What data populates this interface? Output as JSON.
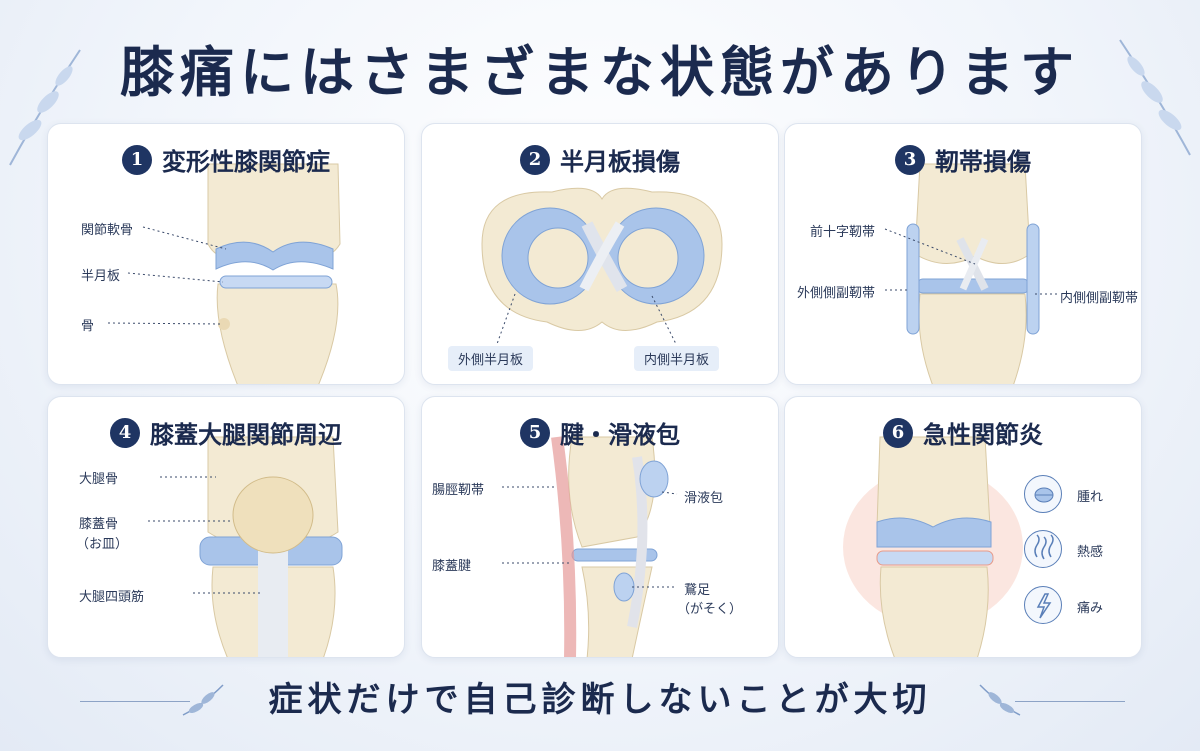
{
  "page": {
    "title": "膝痛にはさまざまな状態があります",
    "footer": "症状だけで自己診断しないことが大切"
  },
  "colors": {
    "navy": "#1b2a4e",
    "cartilage": "#a9c4ea",
    "bone": "#f3ead3",
    "inflammation": "#f4b7a6"
  },
  "panels": [
    {
      "num": "1",
      "title": "変形性膝関節症",
      "labels": [
        "関節軟骨",
        "半月板",
        "骨"
      ]
    },
    {
      "num": "2",
      "title": "半月板損傷",
      "labels": [
        "外側半月板",
        "内側半月板"
      ]
    },
    {
      "num": "3",
      "title": "靭帯損傷",
      "labels": [
        "前十字靭帯",
        "外側側副靭帯",
        "内側側副靭帯"
      ]
    },
    {
      "num": "4",
      "title": "膝蓋大腿関節周辺",
      "labels": [
        "大腿骨",
        "膝蓋骨",
        "（お皿）",
        "大腿四頭筋"
      ]
    },
    {
      "num": "5",
      "title": "腱・滑液包",
      "labels": [
        "腸脛靭帯",
        "膝蓋腱",
        "滑液包",
        "鵞足",
        "（がそく）"
      ]
    },
    {
      "num": "6",
      "title": "急性関節炎",
      "labels": [
        "腫れ",
        "熱感",
        "痛み"
      ]
    }
  ],
  "icons": [
    "swelling-icon",
    "heat-icon",
    "pain-icon",
    "leaf-icon"
  ]
}
